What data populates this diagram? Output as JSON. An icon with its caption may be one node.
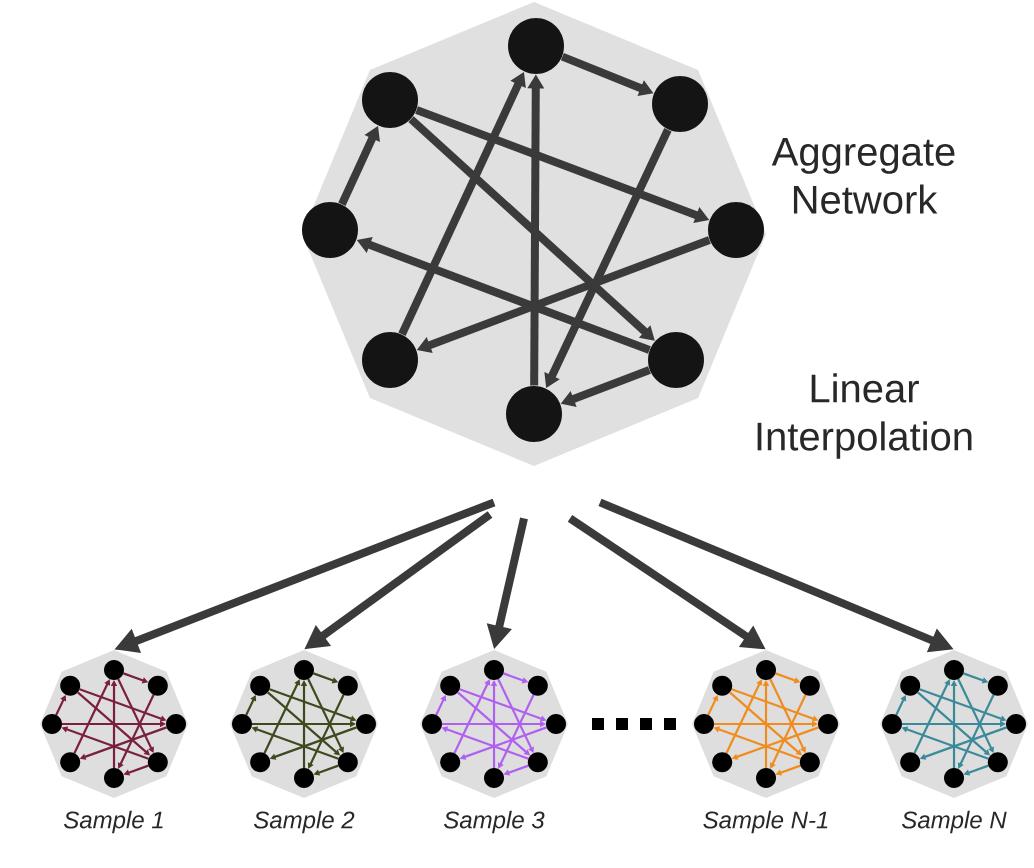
{
  "diagram": {
    "nodes": [
      {
        "text": [],
        "shape": "octagon",
        "beside": [
          "Aggregate Network"
        ]
      },
      {
        "text": [],
        "shape": "circle",
        "in": 0
      },
      {
        "text": [],
        "shape": "circle",
        "in": 0
      },
      {
        "text": [],
        "shape": "circle",
        "in": 0
      },
      {
        "text": [],
        "shape": "circle",
        "in": 0
      },
      {
        "text": [],
        "shape": "circle",
        "in": 0
      },
      {
        "text": [],
        "shape": "circle",
        "in": 0
      },
      {
        "text": [],
        "shape": "circle",
        "in": 0
      },
      {
        "text": [],
        "shape": "circle",
        "in": 0
      },
      {
        "text": [
          "Sample 1"
        ]
      },
      {
        "text": [
          "Sample 2"
        ]
      },
      {
        "text": [
          "Sample 3"
        ]
      },
      {
        "text": [
          "Sample N-1"
        ]
      },
      {
        "text": [
          "Sample N"
        ]
      }
    ],
    "edges": [
      {
        "from": 1,
        "to": 2,
        "arrow": "to"
      },
      {
        "from": 2,
        "to": 5,
        "arrow": "to"
      },
      {
        "from": 8,
        "to": 3,
        "arrow": "to"
      },
      {
        "from": 8,
        "to": 4,
        "arrow": "to"
      },
      {
        "from": 7,
        "to": 8,
        "arrow": "to"
      },
      {
        "from": 6,
        "to": 1,
        "arrow": "to"
      },
      {
        "from": 5,
        "to": 1,
        "arrow": "to"
      },
      {
        "from": 3,
        "to": 6,
        "arrow": "to"
      },
      {
        "from": 4,
        "to": 7,
        "arrow": "to"
      },
      {
        "from": 4,
        "to": 5,
        "arrow": "to"
      },
      {
        "from": 0,
        "to": 9,
        "arrow": "to"
      },
      {
        "from": 0,
        "to": 10,
        "arrow": "to"
      },
      {
        "from": 0,
        "to": 11,
        "arrow": "to"
      },
      {
        "from": 0,
        "to": 12,
        "arrow": "to"
      },
      {
        "from": 0,
        "to": 13,
        "arrow": "to"
      }
    ],
    "labels": [
      "Linear Interpolation"
    ]
  }
}
